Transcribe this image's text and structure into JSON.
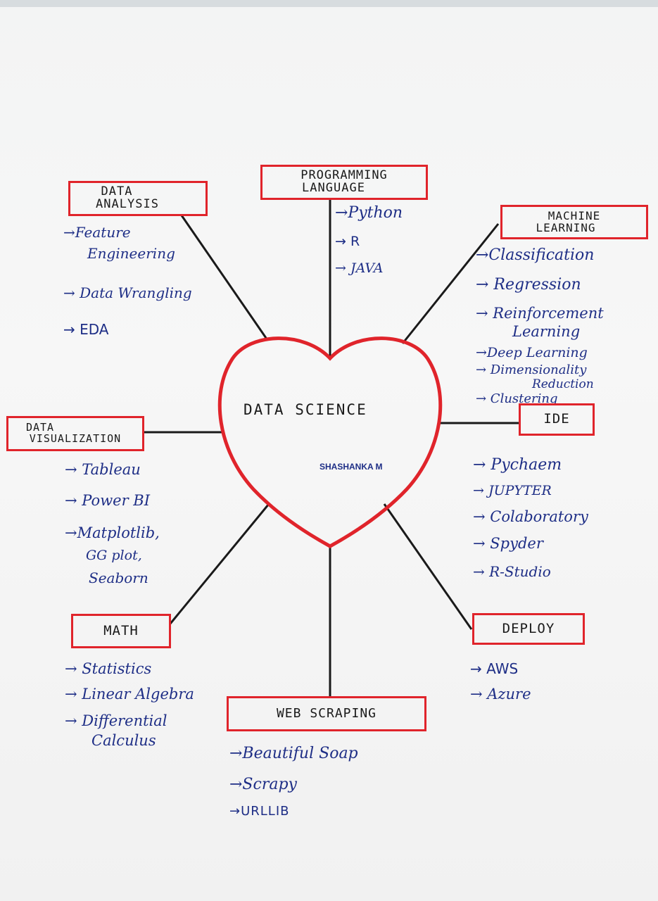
{
  "center": {
    "title": "DATA SCIENCE",
    "author": "SHASHANKA M"
  },
  "colors": {
    "box_border": "#e0242b",
    "heart": "#e0242b",
    "connector": "#1a1a1a",
    "handwriting": "#1e2e86"
  },
  "nodes": {
    "data_analysis": {
      "title_lines": [
        "DATA",
        "ANALYSIS"
      ],
      "items": [
        {
          "lines": [
            "→Feature",
            "Engineering"
          ]
        },
        {
          "lines": [
            "→ Data Wrangling"
          ]
        },
        {
          "lines": [
            "→ EDA"
          ]
        }
      ]
    },
    "programming_language": {
      "title_lines": [
        "PROGRAMMING",
        "LANGUAGE"
      ],
      "items": [
        {
          "lines": [
            "→Python"
          ]
        },
        {
          "lines": [
            "→ R"
          ]
        },
        {
          "lines": [
            "→ JAVA"
          ]
        }
      ]
    },
    "machine_learning": {
      "title_lines": [
        "MACHINE",
        "LEARNING"
      ],
      "items": [
        {
          "lines": [
            "→Classification"
          ]
        },
        {
          "lines": [
            "→ Regression"
          ]
        },
        {
          "lines": [
            "→ Reinforcement",
            "Learning"
          ]
        },
        {
          "lines": [
            "→Deep Learning"
          ]
        },
        {
          "lines": [
            "→ Dimensionality",
            "Reduction"
          ]
        },
        {
          "lines": [
            "→ Clustering"
          ]
        }
      ]
    },
    "data_visualization": {
      "title_lines": [
        "DATA",
        "VISUALIZATION"
      ],
      "items": [
        {
          "lines": [
            "→ Tableau"
          ]
        },
        {
          "lines": [
            "→ Power BI"
          ]
        },
        {
          "lines": [
            "→Matplotlib,",
            "GG plot,",
            "Seaborn"
          ]
        }
      ]
    },
    "ide": {
      "title_lines": [
        "IDE"
      ],
      "items": [
        {
          "lines": [
            "→ Pychaem"
          ]
        },
        {
          "lines": [
            "→ JUPYTER"
          ]
        },
        {
          "lines": [
            "→ Colaboratory"
          ]
        },
        {
          "lines": [
            "→ Spyder"
          ]
        },
        {
          "lines": [
            "→ R-Studio"
          ]
        }
      ]
    },
    "math": {
      "title_lines": [
        "MATH"
      ],
      "items": [
        {
          "lines": [
            "→ Statistics"
          ]
        },
        {
          "lines": [
            "→ Linear Algebra"
          ]
        },
        {
          "lines": [
            "→ Differential",
            "Calculus"
          ]
        }
      ]
    },
    "deploy": {
      "title_lines": [
        "DEPLOY"
      ],
      "items": [
        {
          "lines": [
            "→ AWS"
          ]
        },
        {
          "lines": [
            "→ Azure"
          ]
        }
      ]
    },
    "web_scraping": {
      "title_lines": [
        "WEB SCRAPING"
      ],
      "items": [
        {
          "lines": [
            "→Beautiful Soap"
          ]
        },
        {
          "lines": [
            "→Scrapy"
          ]
        },
        {
          "lines": [
            "→URLLIB"
          ]
        }
      ]
    }
  }
}
